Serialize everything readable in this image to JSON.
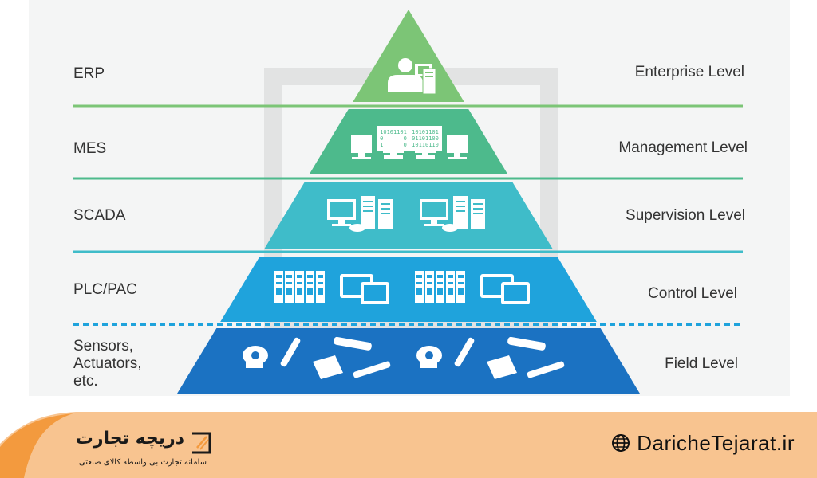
{
  "levels": [
    {
      "left": "ERP",
      "right": "Enterprise Level",
      "color": "#7cc576",
      "icon": "user-workstation-icon"
    },
    {
      "left": "MES",
      "right": "Management Level",
      "color": "#4dba8c",
      "icon": "binary-monitors-icon"
    },
    {
      "left": "SCADA",
      "right": "Supervision Level",
      "color": "#3fbcc9",
      "icon": "server-workstation-icon"
    },
    {
      "left": "PLC/PAC",
      "right": "Control Level",
      "color": "#1fa3dc",
      "icon": "plc-panel-icon"
    },
    {
      "left": "Sensors,\nActuators,\netc.",
      "right": "Field Level",
      "color": "#1b72c2",
      "icon": "sensor-actuator-icon"
    }
  ],
  "binary_text": [
    "10101101",
    "01101100",
    "10110110"
  ],
  "footer": {
    "brand_name": "دریچه تجارت",
    "brand_tagline": "سامانه تجارت بی واسطه کالای صنعتی",
    "site": "DaricheTejarat.ir",
    "site_icon": "globe-icon",
    "background_color": "#f8c490",
    "wave_color": "#f39a3e"
  }
}
